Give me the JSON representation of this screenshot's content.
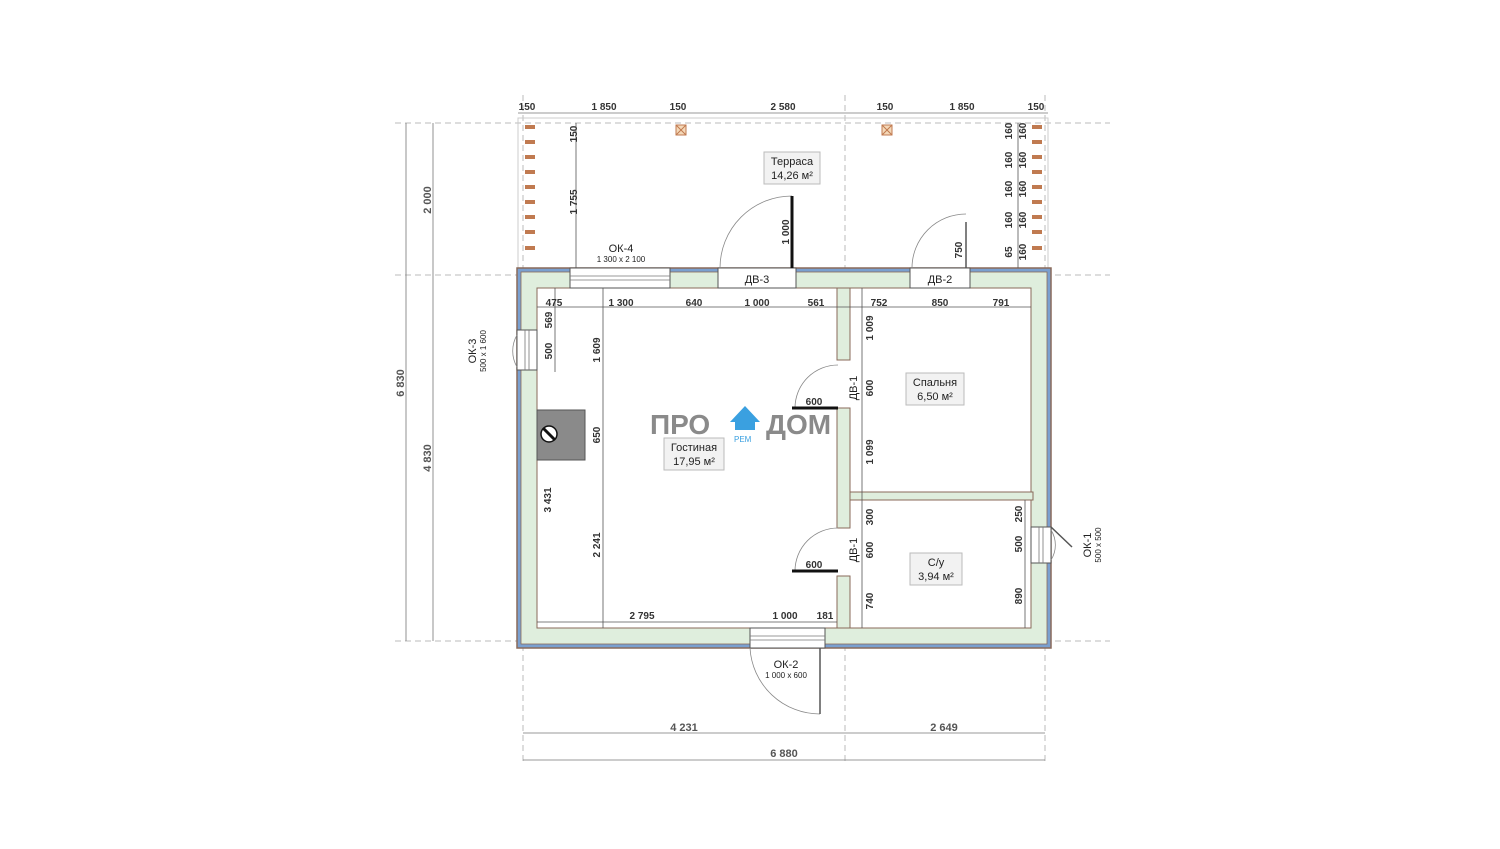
{
  "rooms": {
    "terrace": {
      "name": "Терраса",
      "area": "14,26 м²"
    },
    "living": {
      "name": "Гостиная",
      "area": "17,95 м²"
    },
    "bedroom": {
      "name": "Спальня",
      "area": "6,50 м²"
    },
    "bath": {
      "name": "С/у",
      "area": "3,94 м²"
    }
  },
  "openings": {
    "ok1": {
      "name": "ОК-1",
      "size": "500 х 500"
    },
    "ok2": {
      "name": "ОК-2",
      "size": "1 000 х 600"
    },
    "ok3": {
      "name": "ОК-3",
      "size": "500 х 1 600"
    },
    "ok4": {
      "name": "ОК-4",
      "size": "1 300 х 2 100"
    },
    "dv1": "ДВ-1",
    "dv2": "ДВ-2",
    "dv3": "ДВ-3"
  },
  "logo": {
    "left": "ПРО",
    "right": "ДОМ",
    "sub": "РЕМ",
    "color": "#3aa0e0"
  },
  "dims": {
    "top": [
      "150",
      "1 850",
      "150",
      "2 580",
      "150",
      "1 850",
      "150"
    ],
    "terrace_left": [
      "150",
      "1 755"
    ],
    "terrace_right": [
      "160",
      "160",
      "160",
      "160",
      "160",
      "160",
      "160",
      "160",
      "65",
      "160"
    ],
    "door_terrace": "1 000",
    "door_terrace2": "750",
    "inner_top": [
      "475",
      "1 300",
      "640",
      "1 000",
      "561",
      "752",
      "850",
      "791"
    ],
    "left_wall": [
      "569",
      "500"
    ],
    "living_height": [
      "1 609",
      "650",
      "2 241"
    ],
    "living_inner": "3 431",
    "stove_side": "650",
    "partition": [
      "1 009",
      "600",
      "1 099",
      "300",
      "600",
      "740"
    ],
    "door_widths": [
      "600",
      "600"
    ],
    "bath_right": [
      "250",
      "500",
      "890"
    ],
    "inner_bottom": [
      "2 795",
      "1 000",
      "181"
    ],
    "bottom_parts": [
      "4 231",
      "2 649"
    ],
    "bottom_total": "6 880",
    "left_total": "6 830",
    "left_parts": [
      "2 000",
      "4 830"
    ]
  },
  "colors": {
    "wall_fill": "#dfeedd",
    "wall_line": "#8a6a5a",
    "insulation": "#7aa0d0"
  }
}
